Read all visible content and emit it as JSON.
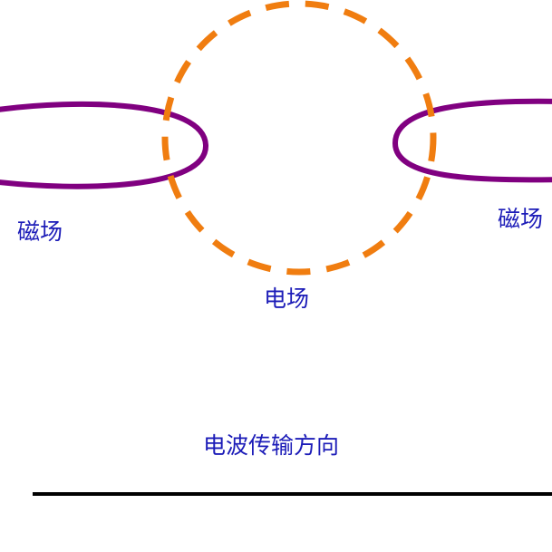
{
  "labels": {
    "magnetic_left": "磁场",
    "magnetic_right": "磁场",
    "electric": "电场",
    "direction": "电波传输方向"
  },
  "colors": {
    "magnetic_loop": "#800080",
    "electric_loop": "#f07d10",
    "label_text": "#1c1cb8",
    "axis_line": "#000000"
  }
}
